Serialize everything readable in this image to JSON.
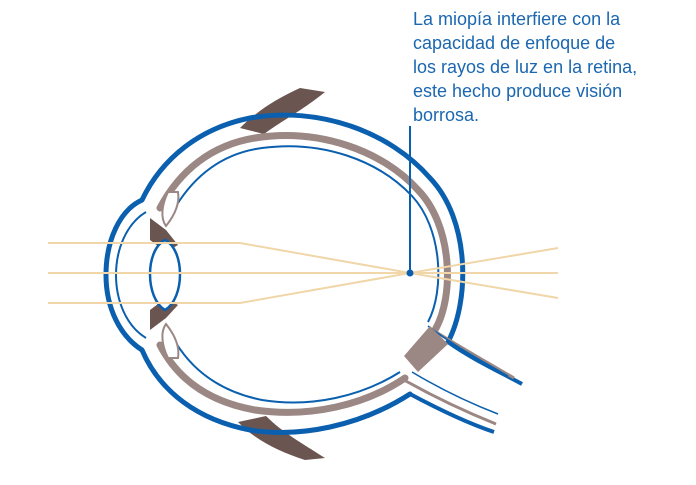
{
  "caption": {
    "lines": [
      "La miopía interfiere con la",
      "capacidad de enfoque de",
      "los rayos de luz en la retina,",
      "este hecho produce visión",
      "borrosa."
    ]
  },
  "colors": {
    "sclera_blue": "#0a5fae",
    "choroid_gray": "#9b8783",
    "muscle_brown": "#6b5550",
    "light_ray": "#f0d6a8",
    "caption_text": "#1b67b0",
    "background": "#ffffff"
  }
}
